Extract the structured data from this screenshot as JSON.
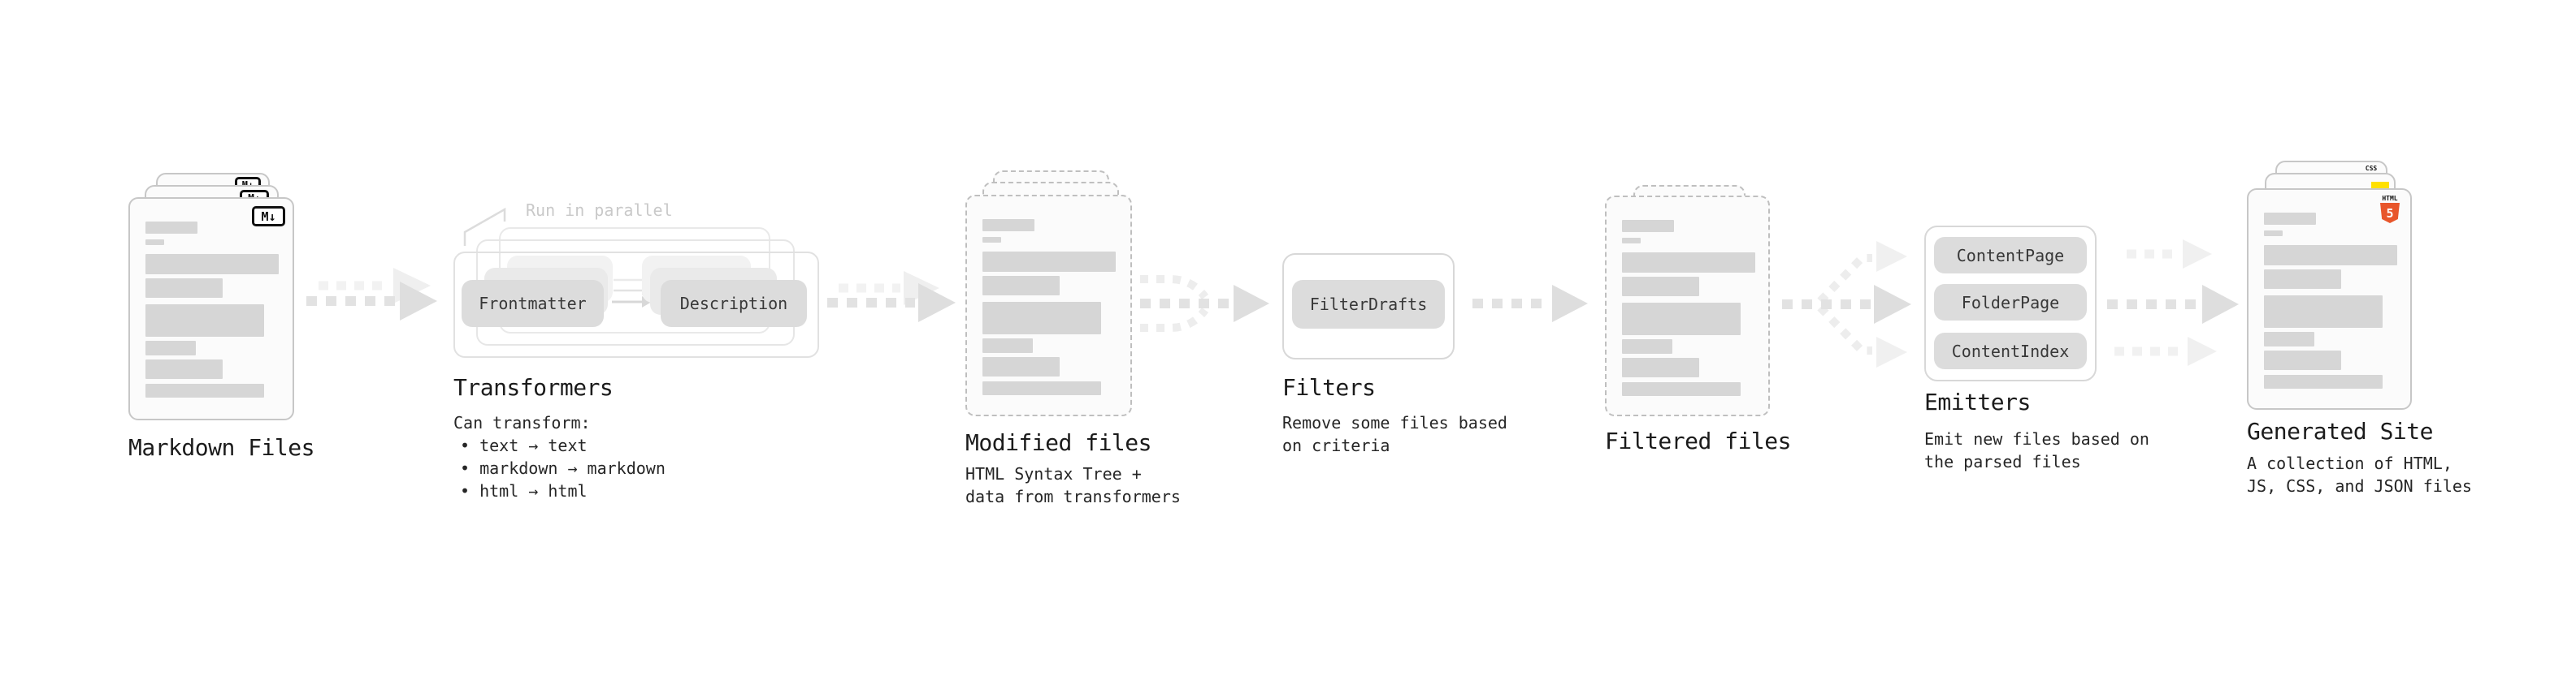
{
  "colors": {
    "html5-orange": "#e8562b",
    "js-yellow": "#ffe000",
    "css-blue": "#2b66f6"
  },
  "stages": {
    "markdown_files": {
      "label": "Markdown Files",
      "badge": "M↓"
    },
    "transformers": {
      "label": "Transformers",
      "annotation": "Run in parallel",
      "pill_left": "Frontmatter",
      "pill_right": "Description",
      "desc_title": "Can transform:",
      "bullets": [
        "• text → text",
        "• markdown → markdown",
        "• html → html"
      ]
    },
    "modified_files": {
      "label": "Modified files",
      "desc": [
        "HTML Syntax Tree +",
        "data from transformers"
      ]
    },
    "filters": {
      "label": "Filters",
      "pill": "FilterDrafts",
      "desc": [
        "Remove some files based",
        "on criteria"
      ]
    },
    "filtered_files": {
      "label": "Filtered files"
    },
    "emitters": {
      "label": "Emitters",
      "pills": [
        "ContentPage",
        "FolderPage",
        "ContentIndex"
      ],
      "desc": [
        "Emit new files based on",
        "the parsed files"
      ]
    },
    "generated_site": {
      "label": "Generated Site",
      "desc": [
        "A collection of HTML,",
        "JS, CSS, and JSON files"
      ],
      "badges": {
        "css": "CSS",
        "html_label": "HTML",
        "html_number": "5"
      }
    }
  }
}
